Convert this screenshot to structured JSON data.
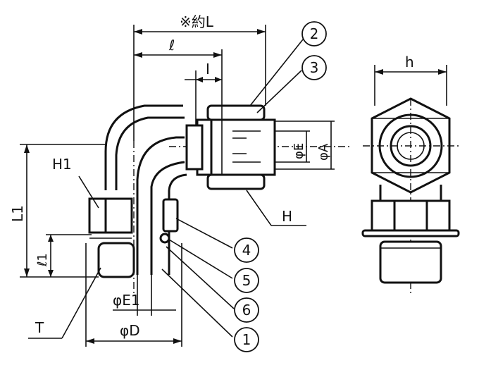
{
  "dimensions": {
    "overall_length": "※約L",
    "length_l": "ℓ",
    "length_i": "I",
    "width_h": "h",
    "height_l1": "L1",
    "height_l1_small": "ℓ1",
    "hex_h1": "H1",
    "hex_h": "H",
    "thread_t": "T",
    "diameter_e": "φE",
    "diameter_a": "φA",
    "diameter_e1": "φE1",
    "diameter_d": "φD"
  },
  "callouts": [
    "2",
    "3",
    "4",
    "5",
    "6",
    "1"
  ]
}
